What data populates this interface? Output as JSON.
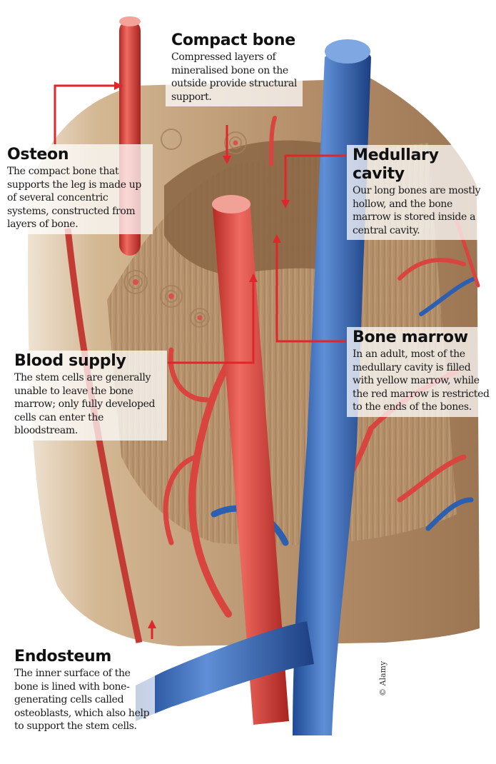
{
  "labels": {
    "compact_bone": {
      "title": "Compact bone",
      "body": "Compressed layers of mineralised bone on the outside provide structural support."
    },
    "osteon": {
      "title": "Osteon",
      "body": "The compact bone that supports the leg is made up of several concentric systems, constructed from layers of bone."
    },
    "medullary_cavity": {
      "title": "Medullary cavity",
      "body": "Our long bones are mostly hollow, and the bone marrow is stored inside a central cavity."
    },
    "bone_marrow": {
      "title": "Bone marrow",
      "body": "In an adult, most of the medullary cavity is filled with yellow marrow, while the red marrow is restricted to the ends of the bones."
    },
    "blood_supply": {
      "title": "Blood supply",
      "body": "The stem cells are generally unable to leave the bone marrow; only fully developed cells can enter the bloodstream."
    },
    "endosteum": {
      "title": "Endosteum",
      "body": "The inner surface of the bone is lined with bone-generating cells called osteoblasts, which also help to support the stem cells."
    }
  },
  "credit": "© Alamy",
  "colors": {
    "pointer": "#e0262b",
    "artery": "#d9443f",
    "vein": "#2d5fb0",
    "bone": "#c9a783",
    "marrow": "#b08b64"
  }
}
